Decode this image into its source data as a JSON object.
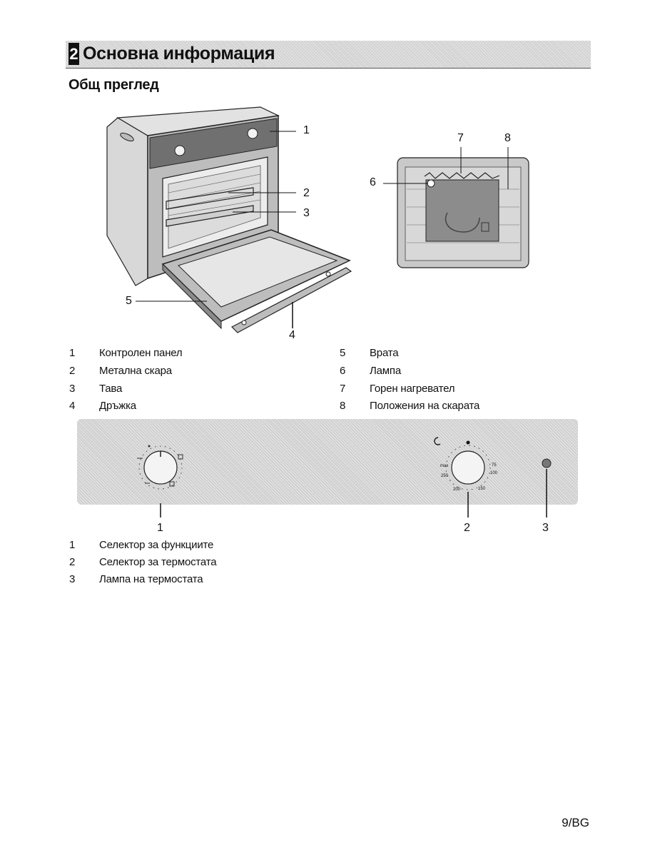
{
  "header": {
    "section_number": "2",
    "title": "Основна информация"
  },
  "subtitle": "Общ преглед",
  "oven_callouts": [
    "1",
    "2",
    "3",
    "4",
    "5",
    "6",
    "7",
    "8"
  ],
  "parts": [
    {
      "num": "1",
      "label": "Контролен панел"
    },
    {
      "num": "2",
      "label": "Метална скара"
    },
    {
      "num": "3",
      "label": "Тава"
    },
    {
      "num": "4",
      "label": "Дръжка"
    },
    {
      "num": "5",
      "label": "Врата"
    },
    {
      "num": "6",
      "label": "Лампа"
    },
    {
      "num": "7",
      "label": "Горен нагревател"
    },
    {
      "num": "8",
      "label": "Положения на скарата"
    }
  ],
  "panel_callouts": [
    "1",
    "2",
    "3"
  ],
  "controls": [
    {
      "num": "1",
      "label": "Селектор за функциите"
    },
    {
      "num": "2",
      "label": "Селектор за термостата"
    },
    {
      "num": "3",
      "label": "Лампа на термостата"
    }
  ],
  "thermostat_marks": [
    "max",
    "250",
    "200",
    "150",
    "75",
    "100"
  ],
  "page_number": "9/BG"
}
